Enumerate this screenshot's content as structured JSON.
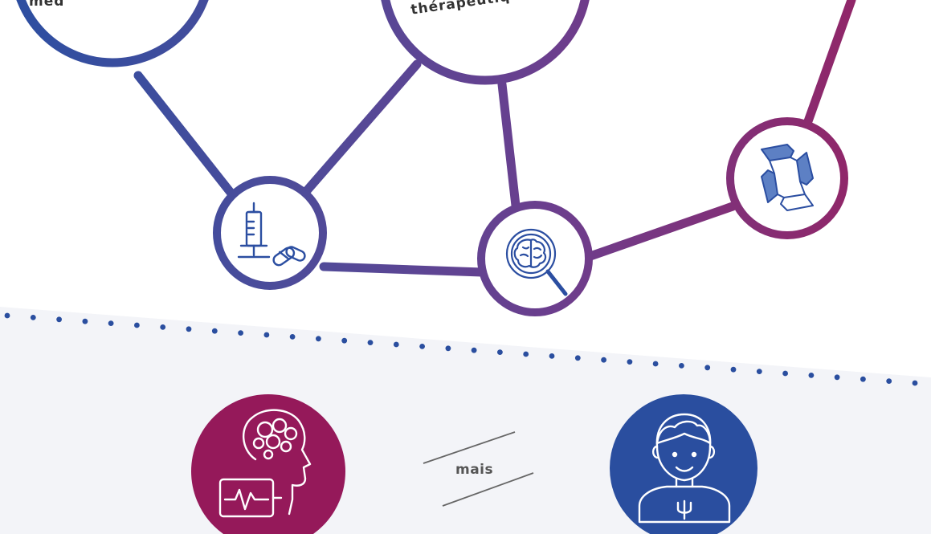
{
  "network": {
    "node_left_label": "méd",
    "node_center_label": "thérapeutiq"
  },
  "bottom": {
    "connector_word": "mais"
  },
  "colors": {
    "blue": "#2b4ea1",
    "indigo": "#4c4c9a",
    "purple": "#6c3e8d",
    "magenta": "#9a205f",
    "bottom_left_circle": "#95195a",
    "bottom_right_circle": "#2a4e9f",
    "dots": "#2a4e9f",
    "lower_band": "#f3f4f8",
    "icon_blue": "#2b4ea1",
    "icon_fill": "#5d80c4",
    "text_dark": "#333333",
    "text_grey": "#555555",
    "rule_grey": "#666666"
  },
  "icons": {
    "syringe_pills": "syringe-pills-icon",
    "brain_magnifier": "brain-magnifier-icon",
    "hands_circle": "hands-circle-icon",
    "head_brain_monitor": "head-brain-monitor-icon",
    "psychologist_person": "psychologist-person-icon"
  }
}
